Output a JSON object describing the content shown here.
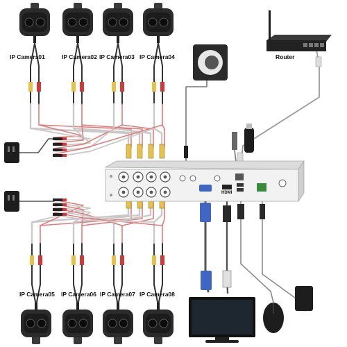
{
  "cameras_top": [
    {
      "label": "IP Camera01"
    },
    {
      "label": "IP Camera02"
    },
    {
      "label": "IP Camera03"
    },
    {
      "label": "IP Camera04"
    }
  ],
  "cameras_bottom": [
    {
      "label": "IP Camera05"
    },
    {
      "label": "IP Camera06"
    },
    {
      "label": "IP Camera07"
    },
    {
      "label": "IP Camera08"
    }
  ],
  "router": {
    "label": "Router"
  },
  "dvr": {
    "hdmi_label": "HDMI"
  },
  "colors": {
    "camera_body": "#2b2b2b",
    "camera_lens": "#0c0c0c",
    "bnc_yellow": "#e6c24a",
    "power_red": "#d23a3a",
    "cable_gray": "#9a9a9a",
    "dvr_panel": "#f2f2f2",
    "vga_blue": "#3f66c4"
  },
  "icons": [
    "camera-icon",
    "speaker-icon",
    "router-icon",
    "power-adapter-icon",
    "usb-drive-icon",
    "dvr-icon",
    "monitor-icon",
    "mouse-icon"
  ]
}
